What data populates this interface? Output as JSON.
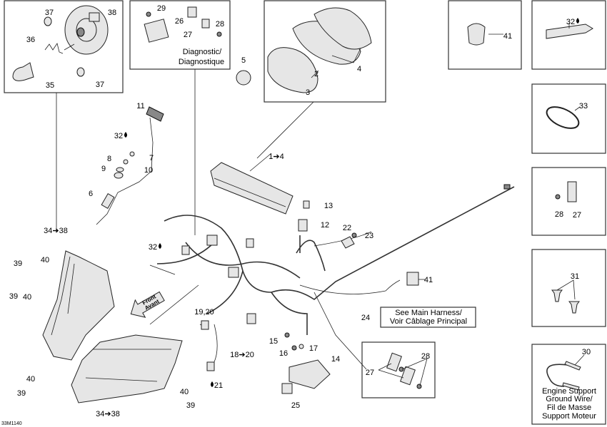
{
  "drawing_code": "33M1140",
  "notes": {
    "diagnostic": [
      "Diagnostic/",
      "Diagnostique"
    ],
    "main_harness": [
      "See Main Harness/",
      "Voir Câblage Principal"
    ],
    "ground_wire": [
      "Engine Support",
      "Ground Wire/",
      "Fil de Masse",
      "Support Moteur"
    ],
    "front_arrow": [
      "Front",
      "Avant"
    ]
  },
  "callouts": [
    "37",
    "38",
    "36",
    "35",
    "37",
    "29",
    "26",
    "27",
    "28",
    "5",
    "2",
    "3",
    "4",
    "41",
    "32",
    "33",
    "28",
    "27",
    "31",
    "30",
    "27",
    "28",
    "24",
    "11",
    "32",
    "7",
    "8",
    "10",
    "9",
    "6",
    "1➔4",
    "13",
    "12",
    "22",
    "23",
    "41",
    "34➔38",
    "32",
    "40",
    "39",
    "39",
    "40",
    "19,20",
    "18➔20",
    "21",
    "15",
    "16",
    "17",
    "14",
    "25",
    "40",
    "39",
    "40",
    "39",
    "34➔38"
  ],
  "icons": [
    "drop-icon",
    "arrow-icon"
  ]
}
